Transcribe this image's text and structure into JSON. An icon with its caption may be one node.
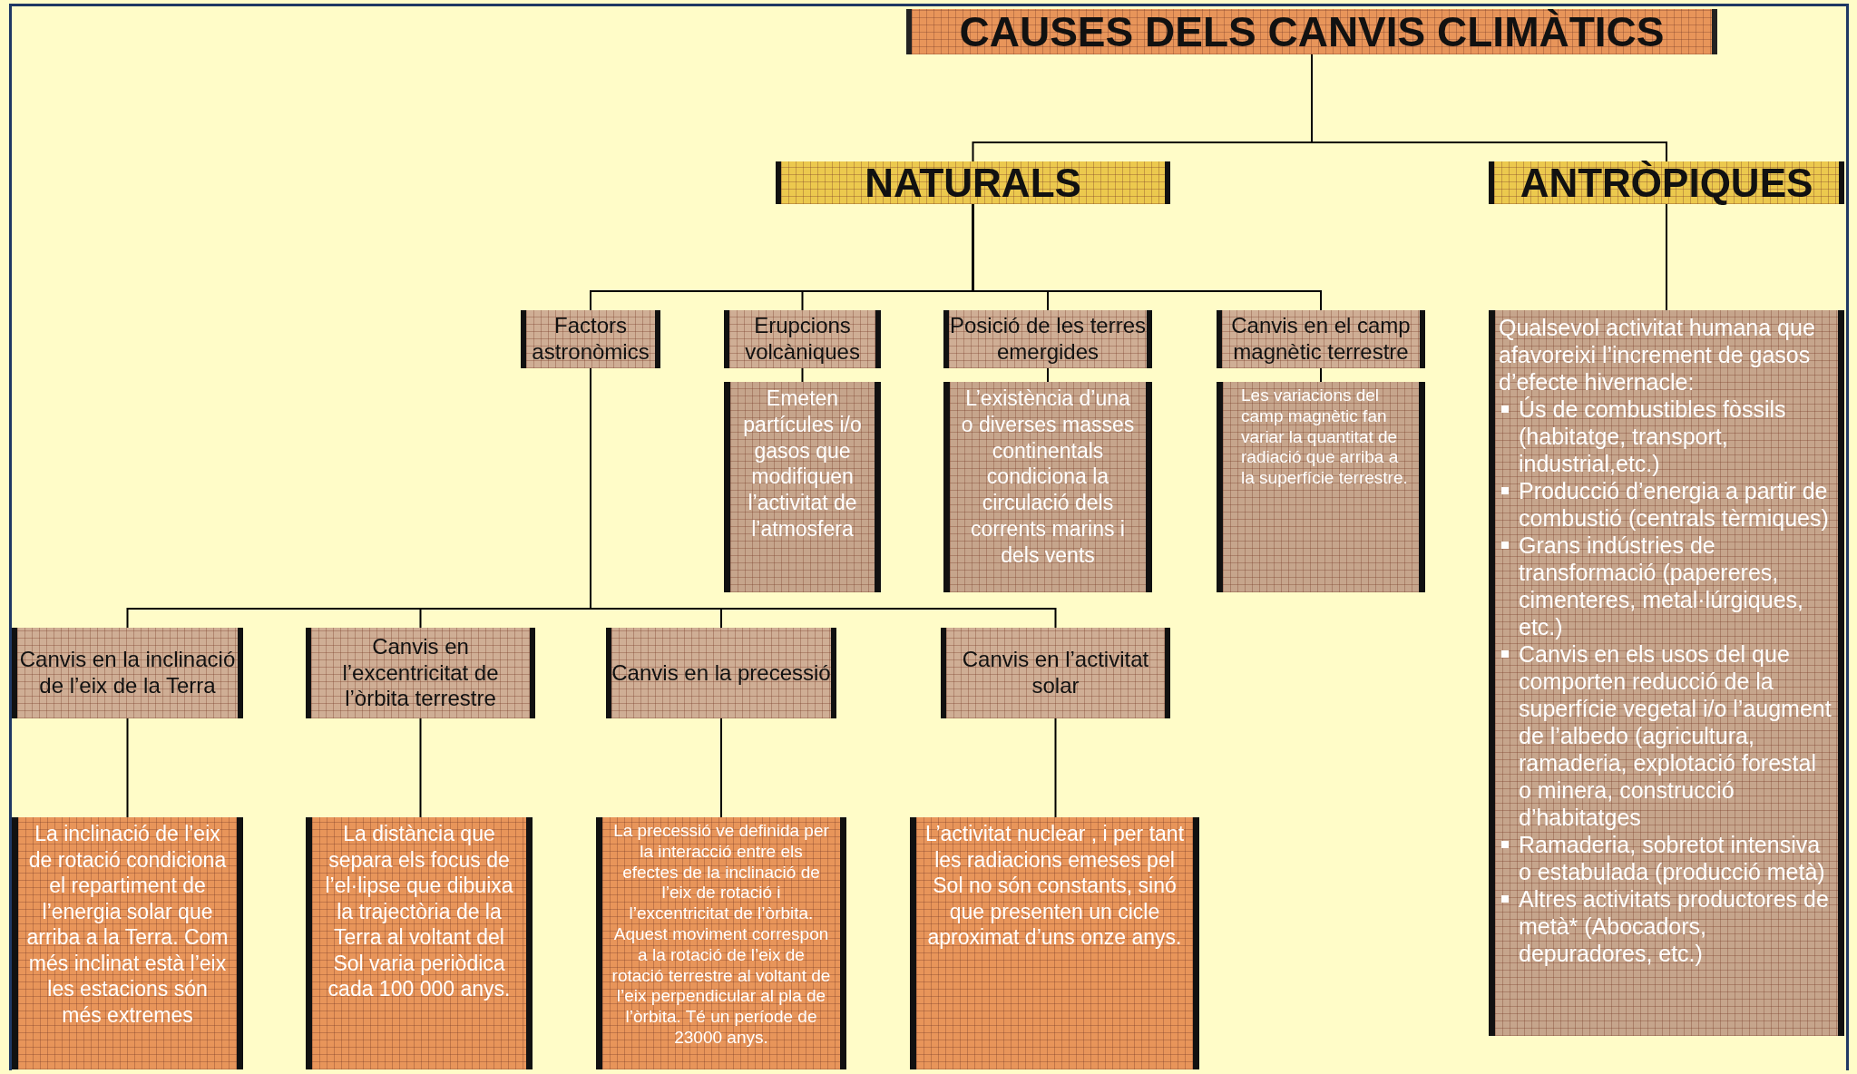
{
  "diagram": {
    "nodes": [
      {
        "text": [
          "CAUSES DELS CANVIS CLIMÀTICS"
        ]
      },
      {
        "text": [
          "NATURALS"
        ]
      },
      {
        "text": [
          "ANTRÒPIQUES"
        ]
      },
      {
        "text": [
          "Factors astronòmics"
        ]
      },
      {
        "text": [
          "Erupcions volcàniques"
        ]
      },
      {
        "text": [
          "Posició de les terres emergides"
        ]
      },
      {
        "text": [
          "Canvis en el camp magnètic terrestre"
        ]
      },
      {
        "text": [
          "Qualsevol activitat humana que afavoreixi l’increment de gasos d’efecte hivernacle:",
          "Ús de combustibles fòssils (habitatge, transport, industrial,etc.)",
          "Producció d’energia a partir de combustió (centrals tèrmiques)",
          "Grans indústries de transformació (papereres, cimenteres, metal·lúrgiques, etc.)",
          "Canvis en els usos del que comporten reducció de la superfície vegetal i/o l’augment de l’albedo (agricultura,  ramaderia, explotació forestal o minera, construcció d’habitatges",
          "Ramaderia, sobretot intensiva o estabulada (producció metà)",
          "Altres activitats productores de metà* (Abocadors, depuradores, etc.)"
        ]
      },
      {
        "text": [
          "Emeten partícules i/o  gasos que modifiquen l’activitat de l’atmosfera"
        ]
      },
      {
        "text": [
          "L’existència d’una o diverses masses continentals condiciona la circulació dels corrents marins i dels vents"
        ]
      },
      {
        "text": [
          "Les variacions del camp magnètic fan variar la quantitat de radiació que arriba a la superfície terrestre."
        ]
      },
      {
        "text": [
          "Canvis en la inclinació de l’eix de la Terra"
        ]
      },
      {
        "text": [
          "Canvis en l’excentricitat de l’òrbita terrestre"
        ]
      },
      {
        "text": [
          "Canvis en la precessió"
        ]
      },
      {
        "text": [
          "Canvis en l’activitat solar"
        ]
      },
      {
        "text": [
          "La inclinació de l’eix de rotació condiciona el repartiment de l’energia solar que arriba a la Terra. Com més inclinat està l’eix les estacions són més extremes"
        ]
      },
      {
        "text": [
          "La distància que separa els focus de l’el·lipse que dibuixa la trajectòria de la Terra al voltant del Sol  varia periòdica cada 100 000 anys."
        ]
      },
      {
        "text": [
          "La precessió ve definida per la interacció entre els efectes de la inclinació de l’eix de rotació i l’excentricitat de l’òrbita. Aquest moviment correspon a la rotació de l’eix de rotació terrestre al voltant de l’eix perpendicular al pla de l’òrbita. Té un període de 23000 anys."
        ]
      },
      {
        "text": [
          "L’activitat nuclear , i per tant les radiacions emeses pel Sol no són constants, sinó que presenten un cicle aproximat d’uns onze anys."
        ]
      }
    ],
    "edges": [
      {
        "from": 0,
        "to": 1,
        "arrow": "none"
      },
      {
        "from": 0,
        "to": 2,
        "arrow": "none"
      },
      {
        "from": 1,
        "to": 3,
        "arrow": "none"
      },
      {
        "from": 1,
        "to": 4,
        "arrow": "none"
      },
      {
        "from": 1,
        "to": 5,
        "arrow": "none"
      },
      {
        "from": 1,
        "to": 6,
        "arrow": "none"
      },
      {
        "from": 2,
        "to": 7,
        "arrow": "none"
      },
      {
        "from": 4,
        "to": 8,
        "arrow": "none"
      },
      {
        "from": 5,
        "to": 9,
        "arrow": "none"
      },
      {
        "from": 6,
        "to": 10,
        "arrow": "none"
      },
      {
        "from": 3,
        "to": 11,
        "arrow": "none"
      },
      {
        "from": 3,
        "to": 12,
        "arrow": "none"
      },
      {
        "from": 3,
        "to": 13,
        "arrow": "none"
      },
      {
        "from": 3,
        "to": 14,
        "arrow": "none"
      },
      {
        "from": 11,
        "to": 15,
        "arrow": "none"
      },
      {
        "from": 12,
        "to": 16,
        "arrow": "none"
      },
      {
        "from": 13,
        "to": 17,
        "arrow": "none"
      },
      {
        "from": 14,
        "to": 18,
        "arrow": "none"
      }
    ]
  }
}
